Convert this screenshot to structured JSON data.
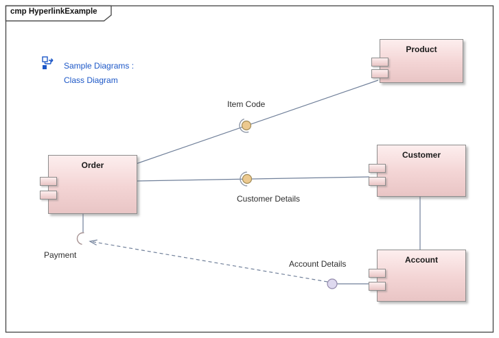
{
  "frame": {
    "title": "cmp HyperlinkExample"
  },
  "hyperlink": {
    "icon": "diagram-link-icon",
    "text_line1": "Sample Diagrams :",
    "text_line2": "Class Diagram"
  },
  "components": [
    {
      "name": "Order"
    },
    {
      "name": "Product"
    },
    {
      "name": "Customer"
    },
    {
      "name": "Account"
    }
  ],
  "connectors": [
    {
      "label": "Item Code",
      "type": "assembly",
      "from": "Order",
      "to": "Product"
    },
    {
      "label": "Customer Details",
      "type": "assembly",
      "from": "Order",
      "to": "Customer"
    },
    {
      "label": "Account Details",
      "type": "provided-interface-dependency",
      "from": "Account",
      "to": "Order"
    },
    {
      "label": "Payment",
      "type": "required-interface",
      "owner": "Order"
    },
    {
      "label": "",
      "type": "association",
      "from": "Customer",
      "to": "Account"
    }
  ],
  "colors": {
    "component_fill": "#f3d4d4",
    "component_border": "#8c8c8c",
    "line_color": "#6f7f99",
    "ball_tan": "#ecc98f",
    "ball_lavender": "#ded9ef",
    "link_blue": "#1c57c7",
    "frame_color": "#4d4d4d"
  }
}
